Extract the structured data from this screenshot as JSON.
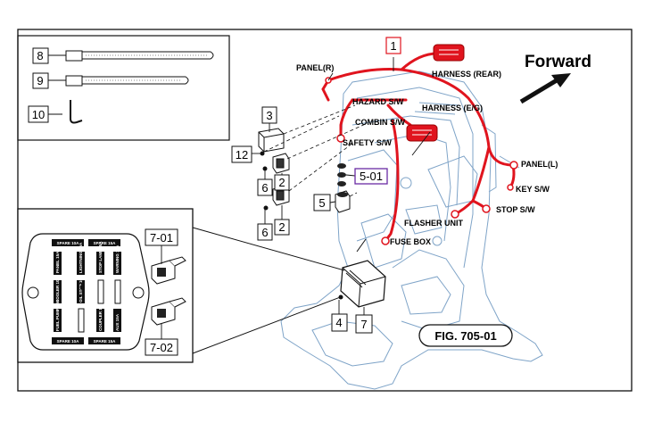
{
  "diagram": {
    "forward_label": "Forward",
    "figure_label": "FIG. 705-01",
    "parts": {
      "p1": "1",
      "p2a": "2",
      "p2b": "2",
      "p3": "3",
      "p4": "4",
      "p5": "5",
      "p501": "5-01",
      "p6a": "6",
      "p6b": "6",
      "p7": "7",
      "p8": "8",
      "p9": "9",
      "p10": "10",
      "p12": "12",
      "p701": "7-01",
      "p702": "7-02"
    },
    "labels": {
      "panel_r": "PANEL(R)",
      "harness_rear": "HARNESS (REAR)",
      "hazard_sw": "HAZARD S/W",
      "harness_eg": "HARNESS (E/G)",
      "combin_sw": "COMBIN S/W",
      "safety_sw": "SAFETY S/W",
      "panel_l": "PANEL(L)",
      "key_sw": "KEY S/W",
      "stop_sw": "STOP S/W",
      "flasher_unit": "FLASHER UNIT",
      "fuse_box": "FUSE BOX"
    },
    "fuse_box_detail": {
      "top": [
        "SPARE 10A",
        "SPARE 15A"
      ],
      "bottom": [
        "SPARE 10A",
        "SPARE 15A"
      ],
      "col_left": [
        "PANEL 15A",
        "COOLER 10A",
        "FUEL PUMP 10A"
      ],
      "col_mid_left": [
        "LIGHTNING 10A",
        "OIL STOP 10A"
      ],
      "col_mid_right": [
        "STOP LAMP 15A",
        "COUPLER 10A"
      ],
      "col_right": [
        "WARNING 15A",
        "AUX 15A"
      ]
    },
    "colors": {
      "harness": "#e0141e",
      "figure_outline": "#7fa4c8",
      "callout_highlight": "#6a2ba3",
      "ink": "#111111"
    }
  }
}
